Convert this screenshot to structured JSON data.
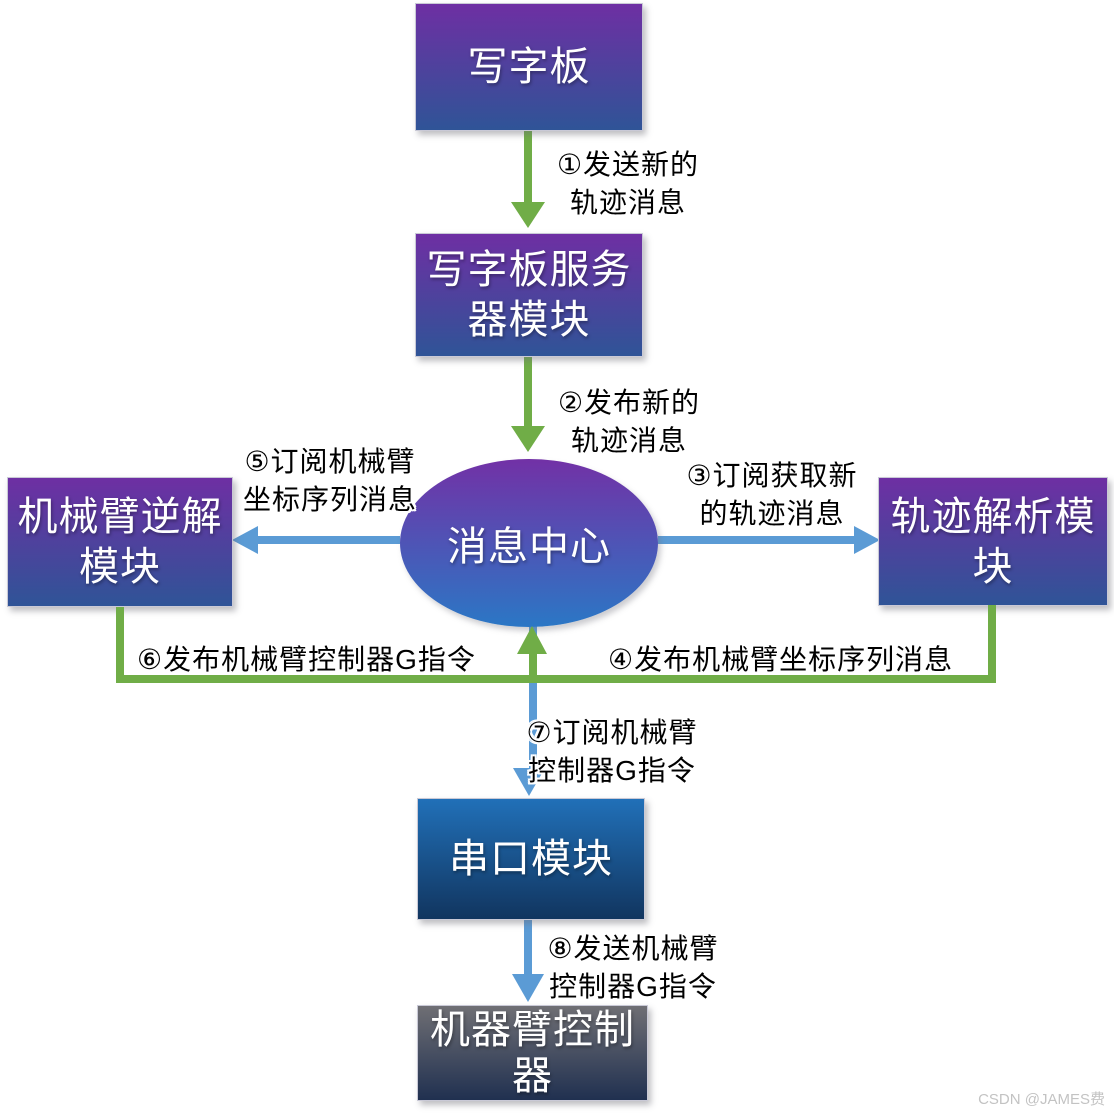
{
  "nodes": {
    "writer": {
      "label": "写字板"
    },
    "writer_server": {
      "label": "写字板服务\n器模块"
    },
    "message_center": {
      "label": "消息中心"
    },
    "arm_ik": {
      "label": "机械臂逆解\n模块"
    },
    "traj_parse": {
      "label": "轨迹解析模\n块"
    },
    "serial": {
      "label": "串口模块"
    },
    "arm_controller": {
      "label": "机器臂控制\n器"
    }
  },
  "edges": {
    "step1": {
      "label": "①发送新的\n轨迹消息"
    },
    "step2": {
      "label": "②发布新的\n轨迹消息"
    },
    "step3": {
      "label": "③订阅获取新\n的轨迹消息"
    },
    "step4": {
      "label": "④发布机械臂坐标序列消息"
    },
    "step5": {
      "label": "⑤订阅机械臂\n坐标序列消息"
    },
    "step6": {
      "label": "⑥发布机械臂控制器G指令"
    },
    "step7": {
      "label": "⑦订阅机械臂\n控制器G指令"
    },
    "step8": {
      "label": "⑧发送机械臂\n控制器G指令"
    }
  },
  "colors": {
    "arrow_green": "#70AD47",
    "arrow_blue": "#5B9BD5",
    "box_gradient_top": "#6E2FA3",
    "box_gradient_bottom": "#2F5497",
    "ellipse_gradient_top": "#7231A6",
    "ellipse_gradient_bottom": "#2B77C5",
    "serial_gradient_top": "#2170B8",
    "serial_gradient_bottom": "#11355F",
    "controller_gradient_top": "#6F6F74",
    "controller_gradient_bottom": "#203050"
  },
  "watermark": {
    "text": "CSDN @JAMES费"
  }
}
